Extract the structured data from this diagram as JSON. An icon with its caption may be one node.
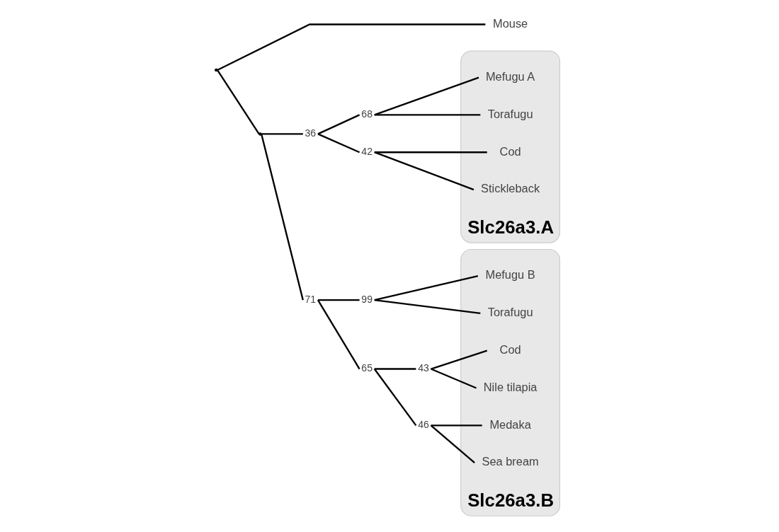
{
  "diagram": {
    "nodes": [
      {
        "text": [
          "Slc26a3.A"
        ]
      },
      {
        "text": [
          "Mefugu A"
        ],
        "in": 0
      },
      {
        "text": [
          "Torafugu"
        ],
        "in": 0
      },
      {
        "text": [
          "Cod"
        ],
        "in": 0
      },
      {
        "text": [
          "Stickleback"
        ],
        "in": 0
      },
      {
        "text": [
          "Slc26a3.B"
        ]
      },
      {
        "text": [
          "Mefugu B"
        ],
        "in": 5
      },
      {
        "text": [
          "Torafugu"
        ],
        "in": 5
      },
      {
        "text": [
          "Cod"
        ],
        "in": 5
      },
      {
        "text": [
          "Nile tilapia"
        ],
        "in": 5
      },
      {
        "text": [
          "Medaka"
        ],
        "in": 5
      },
      {
        "text": [
          "Sea bream"
        ],
        "in": 5
      },
      {
        "text": [
          "Mouse"
        ]
      },
      {
        "text": [],
        "shape": "point"
      },
      {
        "text": [],
        "shape": "point"
      },
      {
        "text": [],
        "shape": "point",
        "beside": [
          "36"
        ]
      },
      {
        "text": [],
        "shape": "point",
        "beside": [
          "68"
        ]
      },
      {
        "text": [],
        "shape": "point",
        "beside": [
          "42"
        ]
      },
      {
        "text": [],
        "shape": "point",
        "beside": [
          "71"
        ]
      },
      {
        "text": [],
        "shape": "point",
        "beside": [
          "99"
        ]
      },
      {
        "text": [],
        "shape": "point",
        "beside": [
          "65"
        ]
      },
      {
        "text": [],
        "shape": "point",
        "beside": [
          "43"
        ]
      },
      {
        "text": [],
        "shape": "point",
        "beside": [
          "46"
        ]
      }
    ],
    "edges": [
      {
        "from": 13,
        "to": 14,
        "arrow": "none"
      },
      {
        "from": 13,
        "to": 12,
        "arrow": "none"
      },
      {
        "from": 14,
        "to": 15,
        "arrow": "none"
      },
      {
        "from": 14,
        "to": 18,
        "arrow": "none"
      },
      {
        "from": 15,
        "to": 16,
        "arrow": "none"
      },
      {
        "from": 15,
        "to": 17,
        "arrow": "none"
      },
      {
        "from": 16,
        "to": 1,
        "arrow": "none"
      },
      {
        "from": 16,
        "to": 2,
        "arrow": "none"
      },
      {
        "from": 17,
        "to": 3,
        "arrow": "none"
      },
      {
        "from": 17,
        "to": 4,
        "arrow": "none"
      },
      {
        "from": 18,
        "to": 19,
        "arrow": "none"
      },
      {
        "from": 18,
        "to": 20,
        "arrow": "none"
      },
      {
        "from": 19,
        "to": 6,
        "arrow": "none"
      },
      {
        "from": 19,
        "to": 7,
        "arrow": "none"
      },
      {
        "from": 20,
        "to": 21,
        "arrow": "none"
      },
      {
        "from": 20,
        "to": 22,
        "arrow": "none"
      },
      {
        "from": 21,
        "to": 8,
        "arrow": "none"
      },
      {
        "from": 21,
        "to": 9,
        "arrow": "none"
      },
      {
        "from": 22,
        "to": 10,
        "arrow": "none"
      },
      {
        "from": 22,
        "to": 11,
        "arrow": "none"
      }
    ]
  }
}
